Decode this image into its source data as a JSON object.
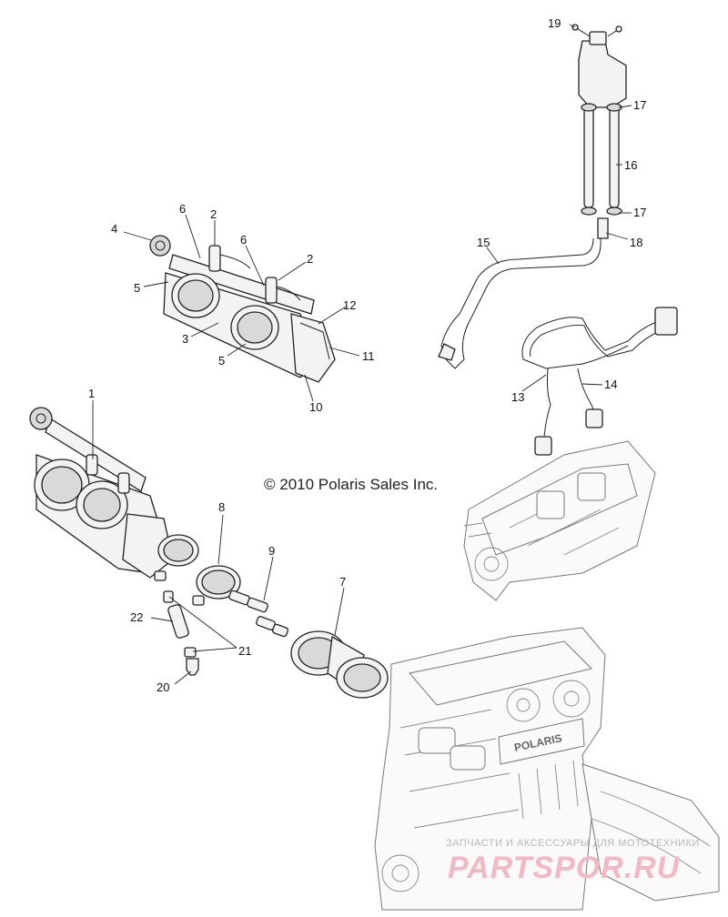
{
  "copyright": "© 2010 Polaris Sales Inc.",
  "watermark": {
    "tagline": "ЗАПЧАСТИ И АКСЕССУАРЫ ДЛЯ МОТОТЕХНИКИ",
    "brand": "PARTSPOR.RU"
  },
  "engine_logo": "POLARIS",
  "callouts": {
    "c1": "1",
    "c2a": "2",
    "c2b": "2",
    "c3": "3",
    "c4": "4",
    "c5a": "5",
    "c5b": "5",
    "c6a": "6",
    "c6b": "6",
    "c7": "7",
    "c8": "8",
    "c9": "9",
    "c10": "10",
    "c11": "11",
    "c12": "12",
    "c13": "13",
    "c14": "14",
    "c15": "15",
    "c16": "16",
    "c17a": "17",
    "c17b": "17",
    "c18": "18",
    "c19": "19",
    "c20": "20",
    "c21": "21",
    "c22": "22"
  }
}
